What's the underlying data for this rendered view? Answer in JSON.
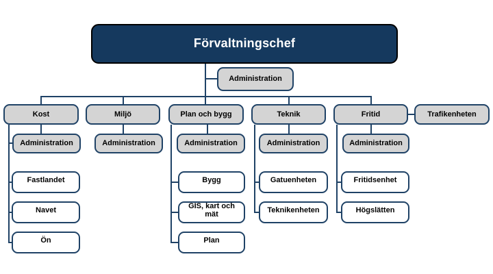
{
  "org": {
    "root": {
      "label": "Förvaltningschef"
    },
    "root_assistant": {
      "label": "Administration"
    },
    "departments": [
      {
        "label": "Kost",
        "admin": "Administration",
        "children": [
          "Fastlandet",
          "Navet",
          "Ön"
        ]
      },
      {
        "label": "Miljö",
        "admin": "Administration",
        "children": []
      },
      {
        "label": "Plan och bygg",
        "admin": "Administration",
        "children": [
          "Bygg",
          "GIS, kart och mät",
          "Plan"
        ]
      },
      {
        "label": "Teknik",
        "admin": "Administration",
        "children": [
          "Gatuenheten",
          "Teknikenheten"
        ]
      },
      {
        "label": "Fritid",
        "admin": "Administration",
        "children": [
          "Fritidsenhet",
          "Högslätten"
        ]
      },
      {
        "label": "Trafikenheten",
        "admin": "",
        "children": []
      }
    ],
    "colors": {
      "root_fill": "#15395E",
      "root_border": "#000000",
      "root_text": "#FFFFFF",
      "box_border": "#1F4266",
      "gray_fill": "#D4D4D4",
      "white_fill": "#FFFFFF",
      "connector_line": "#1F4266",
      "background": "#FFFFFF",
      "text": "#000000"
    }
  }
}
